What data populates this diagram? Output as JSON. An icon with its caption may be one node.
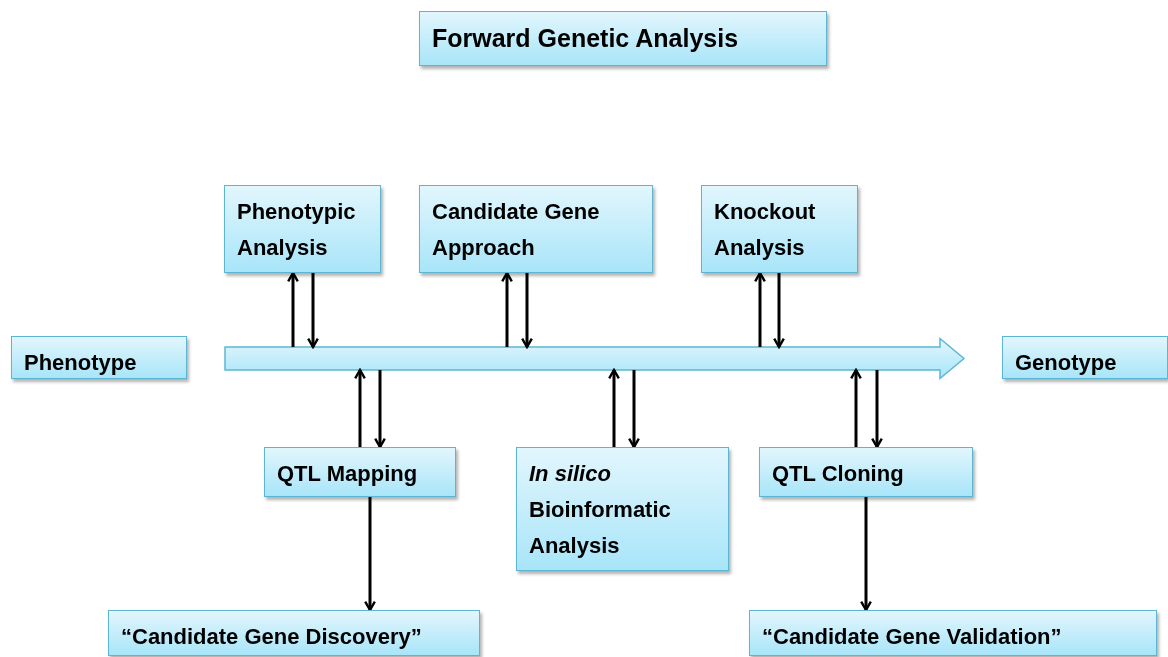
{
  "diagram": {
    "nodes": [
      {
        "text": [
          "Forward Genetic Analysis"
        ]
      },
      {
        "text": [
          "Phenotypic Analysis"
        ]
      },
      {
        "text": [
          "Candidate Gene Approach"
        ]
      },
      {
        "text": [
          "Knockout Analysis"
        ]
      },
      {
        "text": [
          "Phenotype"
        ]
      },
      {
        "text": [
          "Genotype"
        ]
      },
      {
        "text": [
          "QTL Mapping"
        ]
      },
      {
        "text": [
          "*In silico* Bioinformatic Analysis"
        ]
      },
      {
        "text": [
          "QTL Cloning"
        ]
      },
      {
        "text": [
          "“Candidate Gene Discovery”"
        ]
      },
      {
        "text": [
          "“Candidate Gene Validation”"
        ]
      }
    ],
    "edges": [
      {
        "from": 4,
        "to": 5,
        "arrow": "to",
        "style": "thick"
      },
      {
        "from": null,
        "to": 1,
        "arrow": "to"
      },
      {
        "from": 1,
        "to": null,
        "arrow": "to"
      },
      {
        "from": null,
        "to": 2,
        "arrow": "to"
      },
      {
        "from": 2,
        "to": null,
        "arrow": "to"
      },
      {
        "from": null,
        "to": 3,
        "arrow": "to"
      },
      {
        "from": 3,
        "to": null,
        "arrow": "to"
      },
      {
        "from": null,
        "to": 6,
        "arrow": "to"
      },
      {
        "from": 6,
        "to": null,
        "arrow": "to"
      },
      {
        "from": null,
        "to": 7,
        "arrow": "to"
      },
      {
        "from": 7,
        "to": null,
        "arrow": "to"
      },
      {
        "from": null,
        "to": 8,
        "arrow": "to"
      },
      {
        "from": 8,
        "to": null,
        "arrow": "to"
      },
      {
        "from": 6,
        "to": 9,
        "arrow": "to"
      },
      {
        "from": 8,
        "to": 10,
        "arrow": "to"
      }
    ]
  }
}
